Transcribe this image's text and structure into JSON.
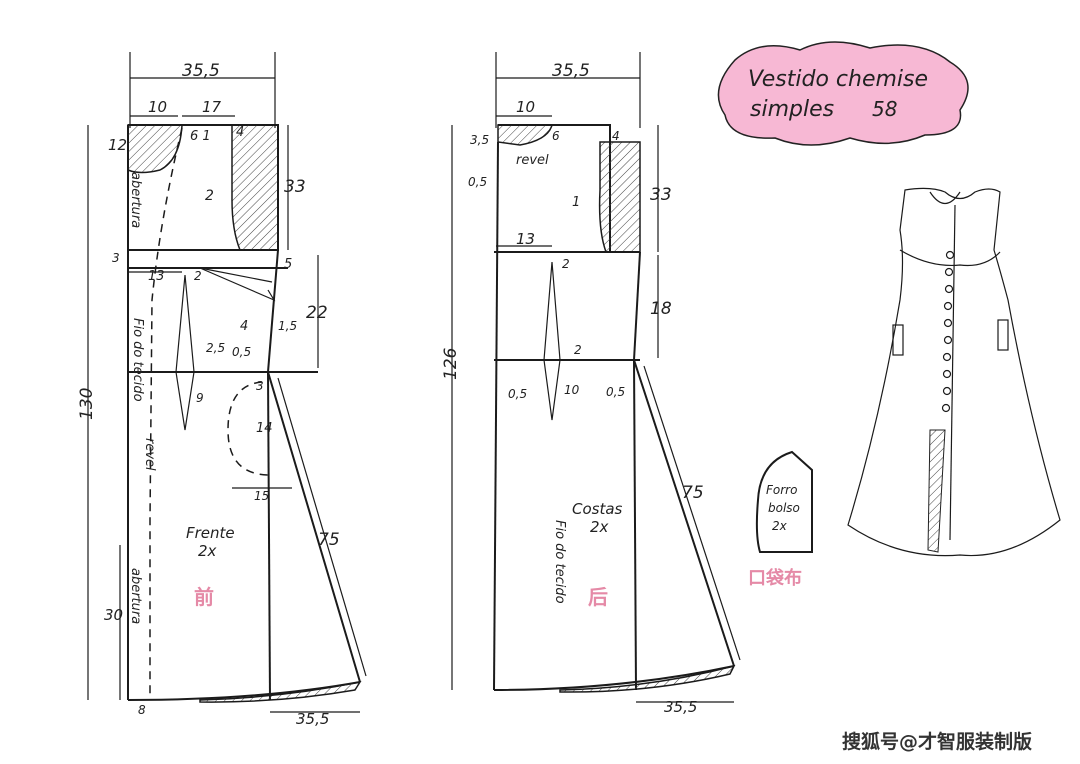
{
  "title_cloud": {
    "line1": "Vestido chemise",
    "line2": "simples",
    "number": "58"
  },
  "front": {
    "label": "Frente",
    "qty": "2x",
    "cn": "前",
    "width_top": "35,5",
    "m10": "10",
    "m17": "17",
    "m6_1": "6 1",
    "m4": "4",
    "m12": "12",
    "m33": "33",
    "m2": "2",
    "m3": "3",
    "m13": "13",
    "m2b": "2",
    "m5": "5",
    "m22": "22",
    "m4b": "4",
    "m1_5": "1,5",
    "m2_5": "2,5",
    "m0_5": "0,5",
    "m9": "9",
    "m3b": "3",
    "m14": "14",
    "m15": "15",
    "m75": "75",
    "m130": "130",
    "m30": "30",
    "m8": "8",
    "bottom": "35,5",
    "abertura_top": "abertura",
    "fio": "Fio do tecido",
    "revel": "revel",
    "abertura_bottom": "abertura"
  },
  "back": {
    "label": "Costas",
    "qty": "2x",
    "cn": "后",
    "width_top": "35,5",
    "m10": "10",
    "m3_5": "3,5",
    "m6": "6",
    "m4": "4",
    "revel": "revel",
    "m0_5a": "0,5",
    "m1": "1",
    "m33": "33",
    "m13": "13",
    "m2": "2",
    "m18": "18",
    "m126": "126",
    "m0_5b": "0,5",
    "m2b": "2",
    "m10b": "10",
    "m0_5c": "0,5",
    "m75": "75",
    "fio": "Fio do tecido",
    "bottom": "35,5"
  },
  "pocket": {
    "l1": "Forro",
    "l2": "bolso",
    "l3": "2x",
    "cn": "口袋布"
  },
  "watermark": "搜狐号@才智服装制版"
}
